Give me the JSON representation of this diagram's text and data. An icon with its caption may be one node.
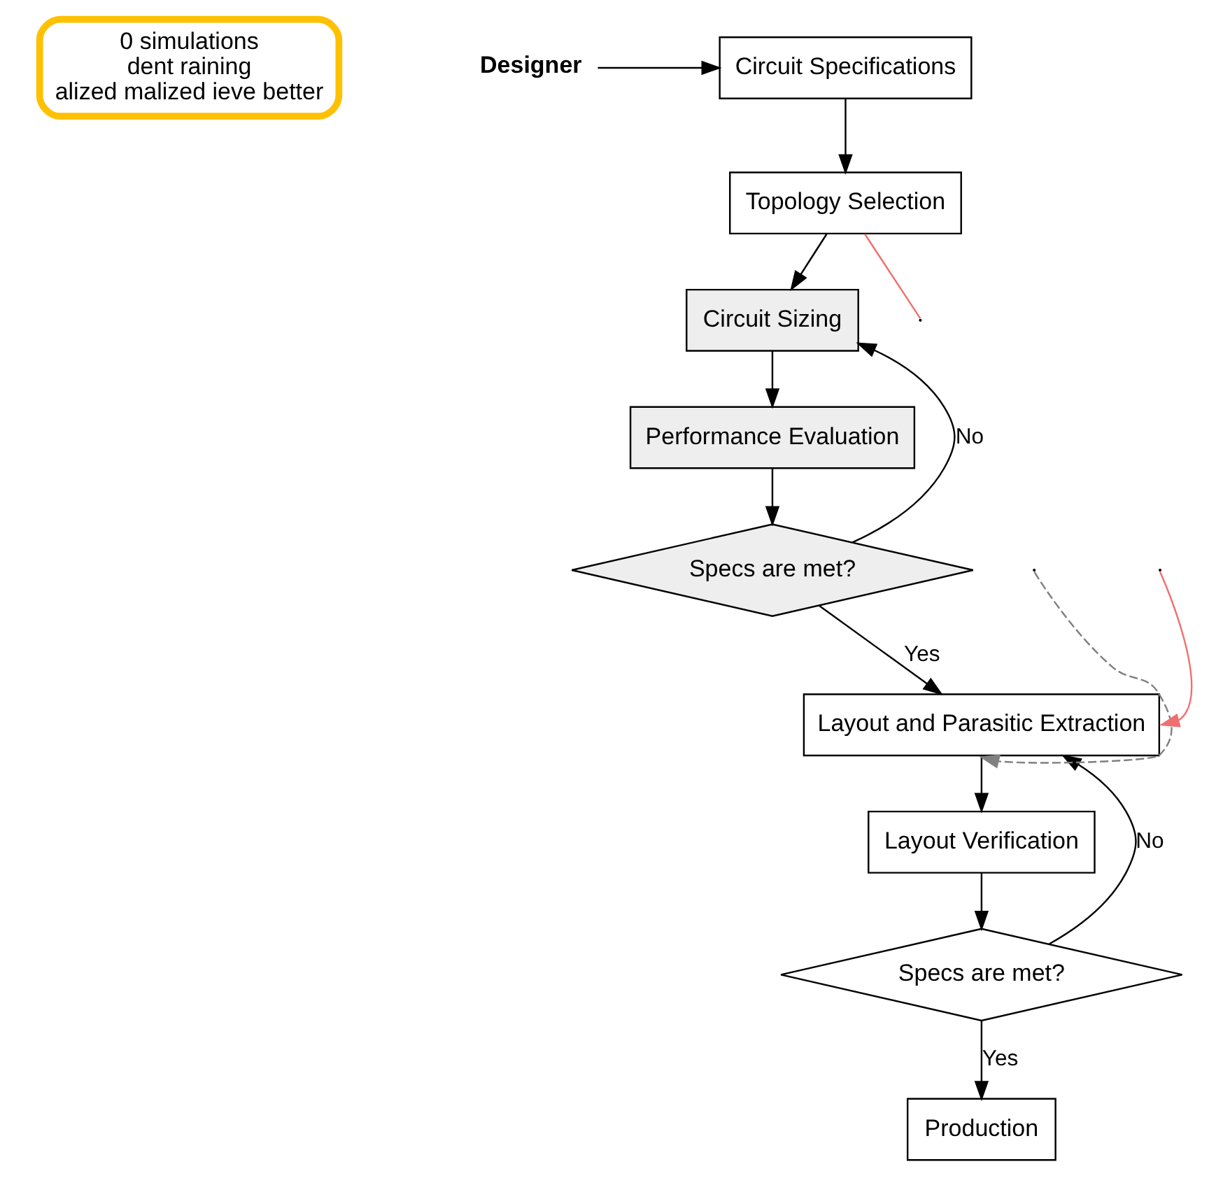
{
  "diagram": {
    "nodes": [
      {
        "text": [
          "0 simulations",
          "dent raining",
          "alized malized ieve better"
        ]
      },
      {
        "text": [
          "Designer"
        ]
      },
      {
        "text": [
          "Circuit Specifications"
        ]
      },
      {
        "text": [
          "Topology Selection"
        ]
      },
      {
        "text": [
          "Circuit Sizing"
        ]
      },
      {
        "text": [
          "Performance Evaluation"
        ]
      },
      {
        "text": [
          "Specs are met?"
        ]
      },
      {
        "text": [
          "Layout and Parasitic Extraction"
        ]
      },
      {
        "text": [
          "Layout Verification"
        ]
      },
      {
        "text": [
          "Specs are met?"
        ]
      },
      {
        "text": [
          "Production"
        ]
      }
    ],
    "edges": [
      {
        "from": 1,
        "to": 2,
        "arrow": "to"
      },
      {
        "from": 2,
        "to": 3,
        "arrow": "to"
      },
      {
        "from": 3,
        "to": 4,
        "arrow": "to"
      },
      {
        "from": 4,
        "to": 5,
        "arrow": "to"
      },
      {
        "from": 5,
        "to": 6,
        "arrow": "to"
      },
      {
        "from": 6,
        "to": 4,
        "arrow": "to",
        "label": "No"
      },
      {
        "from": 6,
        "to": 7,
        "arrow": "to",
        "label": "Yes"
      },
      {
        "from": 7,
        "to": 8,
        "arrow": "to"
      },
      {
        "from": 8,
        "to": 9,
        "arrow": "to"
      },
      {
        "from": 9,
        "to": 10,
        "arrow": "to",
        "label": "Yes"
      },
      {
        "from": 9,
        "to": 7,
        "arrow": "to",
        "label": "No"
      },
      {
        "from": 3,
        "to": null,
        "arrow": "none",
        "color": "#f07070"
      },
      {
        "from": null,
        "to": 7,
        "arrow": "to",
        "style": "dashed",
        "color": "#808080"
      },
      {
        "from": null,
        "to": 7,
        "arrow": "to",
        "color": "#f07070"
      }
    ]
  }
}
